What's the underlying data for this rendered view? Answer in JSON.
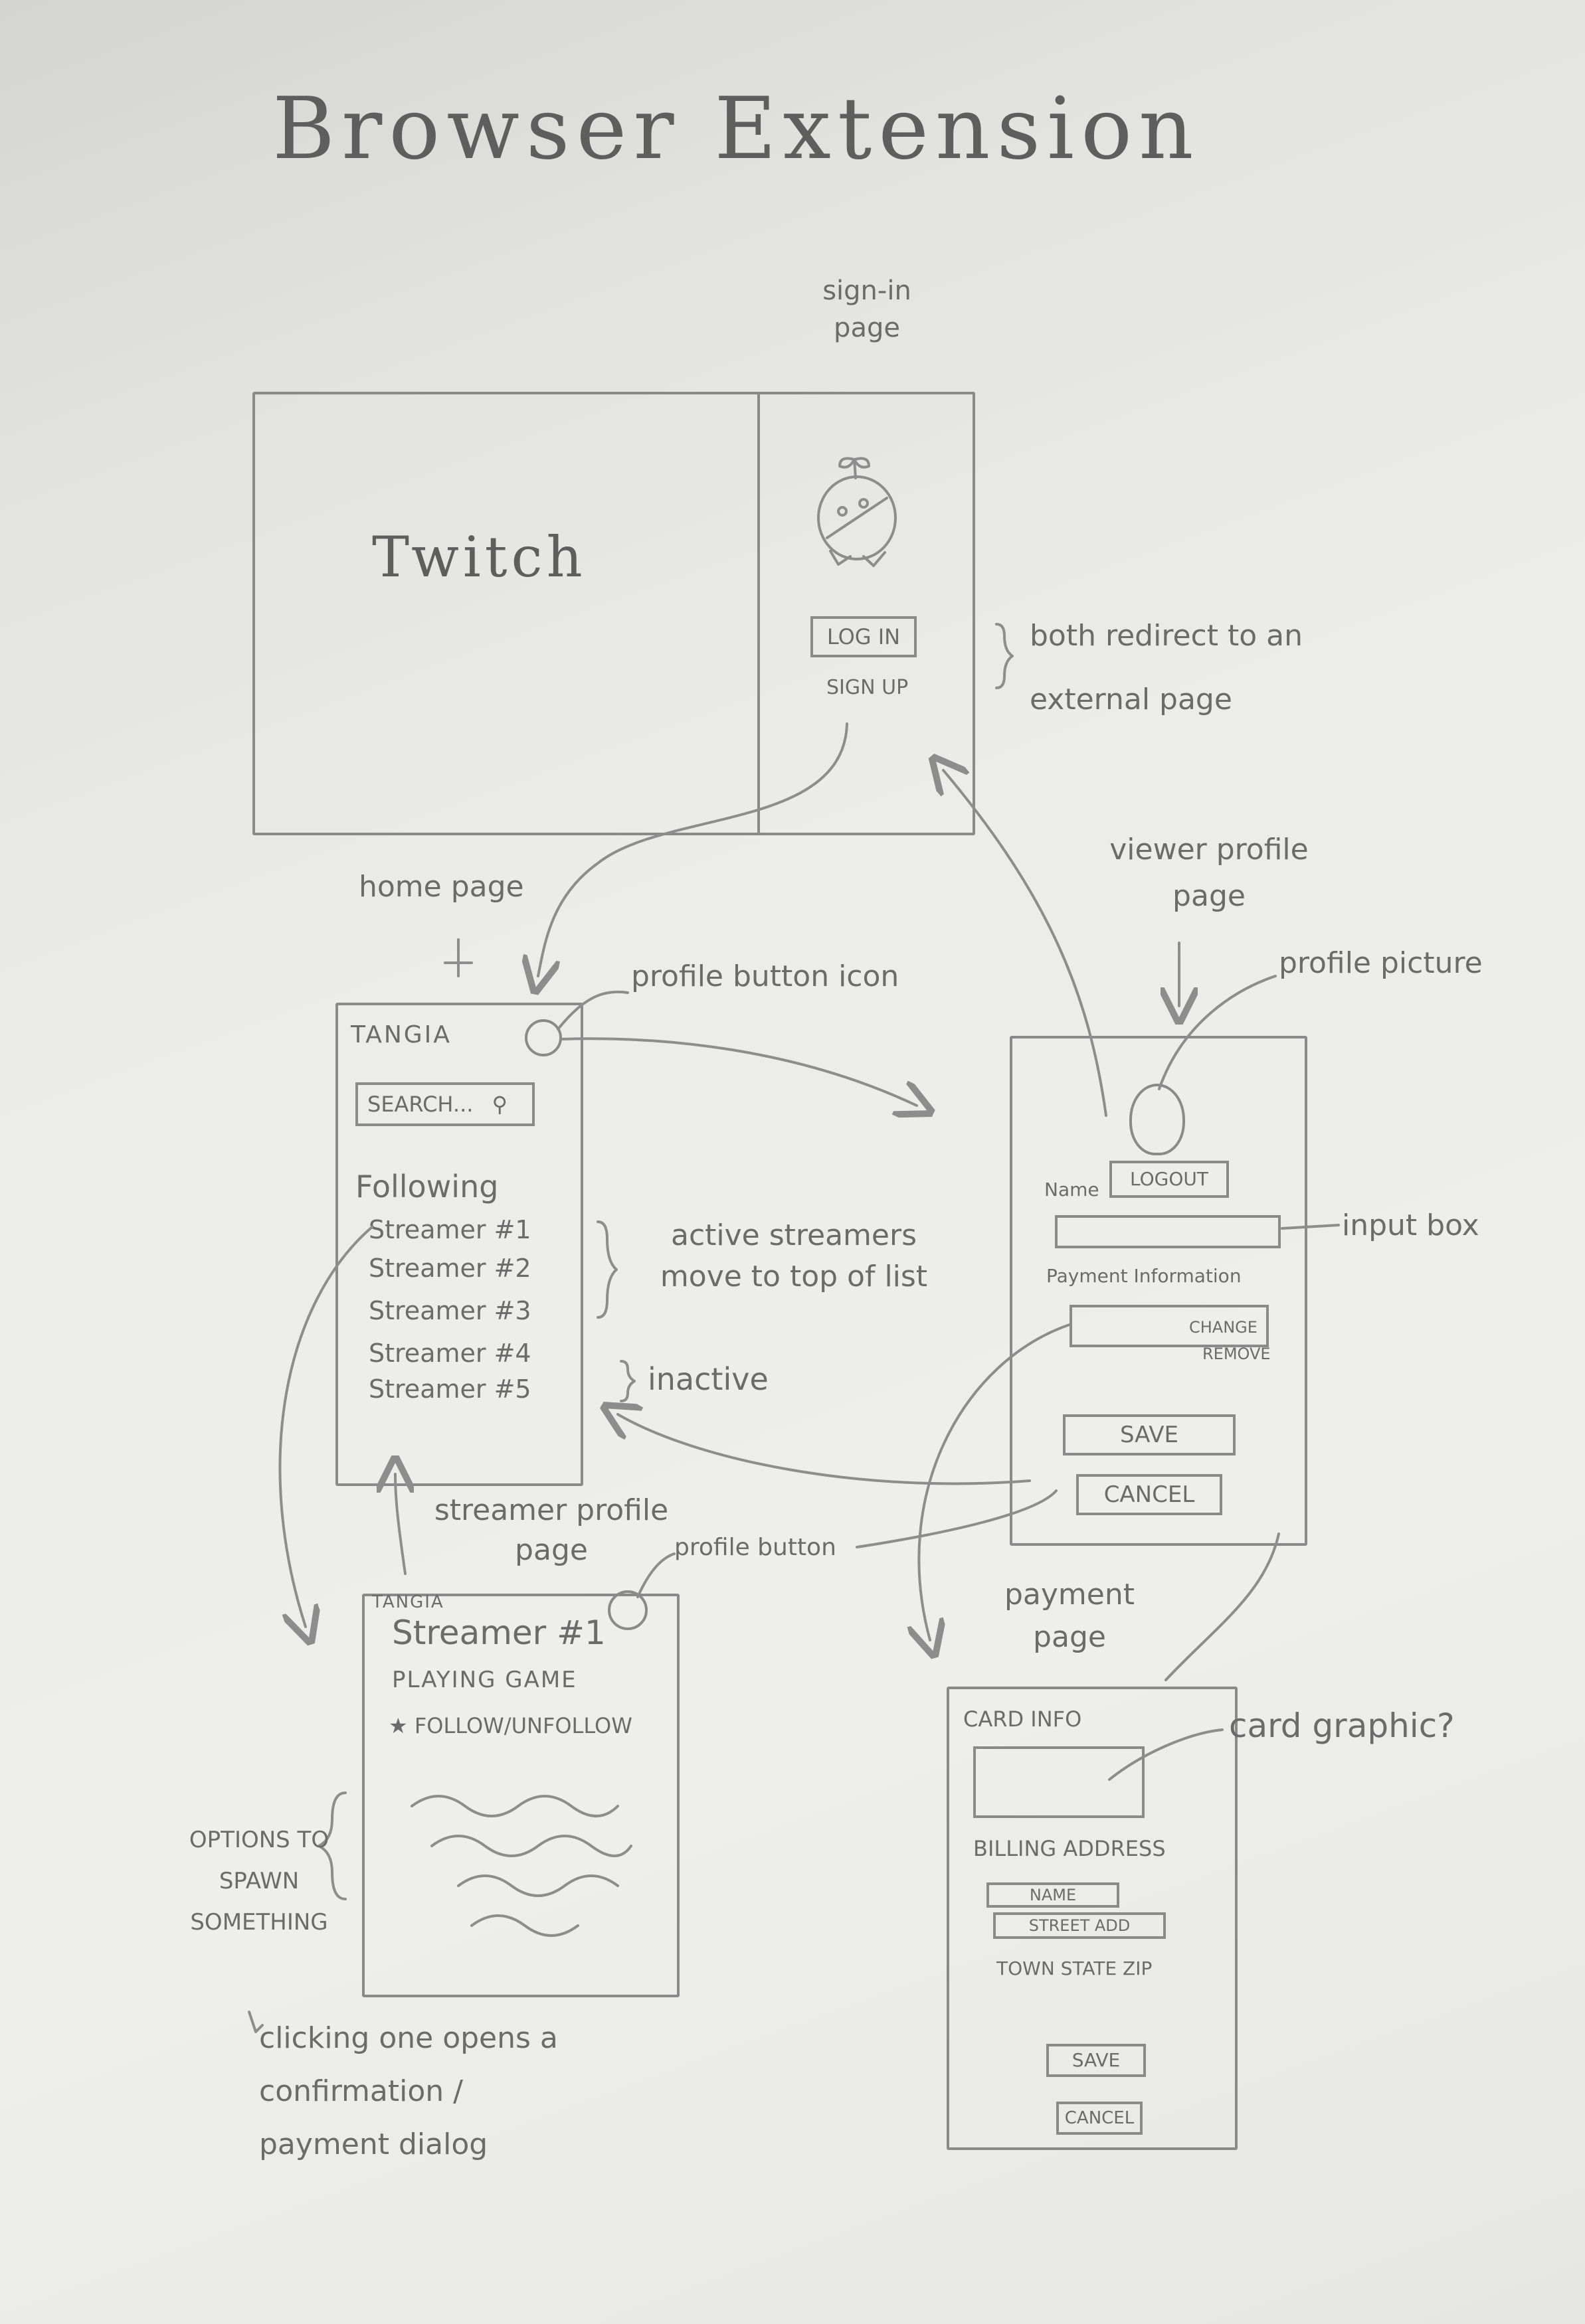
{
  "title": "Browser Extension",
  "signin": {
    "label": "sign-in page",
    "twitch": "Twitch",
    "login": "LOG IN",
    "signup": "SIGN UP",
    "note": "both redirect to an external page"
  },
  "home": {
    "label": "home page",
    "app_name": "TANGIA",
    "search_placeholder": "SEARCH...",
    "profile_note": "profile button icon",
    "following": "Following",
    "streamers": [
      "Streamer #1",
      "Streamer #2",
      "Streamer #3",
      "Streamer #4",
      "Streamer #5"
    ],
    "active_note": "active streamers move to top of list",
    "inactive_note": "inactive"
  },
  "viewer_profile": {
    "label": "viewer profile page",
    "picture_note": "profile picture",
    "logout": "LOGOUT",
    "name_label": "Name",
    "input_note": "input box",
    "payment_label": "Payment Information",
    "change": "CHANGE",
    "remove": "REMOVE",
    "save": "SAVE",
    "cancel": "CANCEL"
  },
  "streamer_profile": {
    "label": "streamer profile page",
    "app_name": "TANGIA",
    "profile_note": "profile button",
    "name": "Streamer #1",
    "status": "PLAYING GAME",
    "follow": "FOLLOW/UNFOLLOW",
    "options_note": "OPTIONS TO SPAWN SOMETHING",
    "click_note": "clicking one opens a confirmation / payment dialog"
  },
  "payment": {
    "label": "payment page",
    "card_info": "CARD INFO",
    "card_note": "card graphic?",
    "billing": "BILLING ADDRESS",
    "name": "NAME",
    "street": "STREET ADD",
    "town": "TOWN STATE ZIP",
    "save": "SAVE",
    "cancel": "CANCEL"
  }
}
